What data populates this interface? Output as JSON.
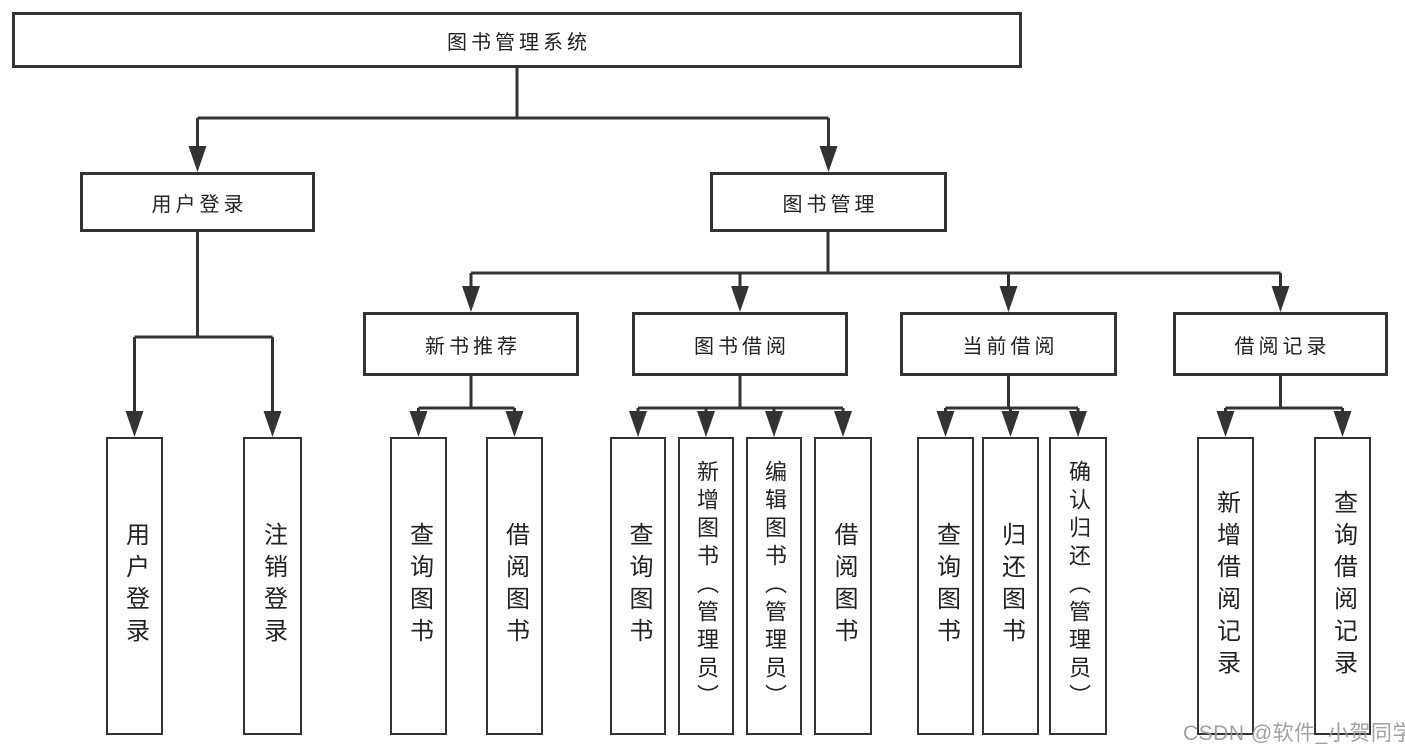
{
  "diagram": {
    "title": "图书管理系统",
    "children": [
      {
        "label": "用户登录",
        "children": [
          {
            "label": "用户登录"
          },
          {
            "label": "注销登录"
          }
        ]
      },
      {
        "label": "图书管理",
        "children": [
          {
            "label": "新书推荐",
            "children": [
              {
                "label": "查询图书"
              },
              {
                "label": "借阅图书"
              }
            ]
          },
          {
            "label": "图书借阅",
            "children": [
              {
                "label": "查询图书"
              },
              {
                "label": "新增图书（管理员）"
              },
              {
                "label": "编辑图书（管理员）"
              },
              {
                "label": "借阅图书"
              }
            ]
          },
          {
            "label": "当前借阅",
            "children": [
              {
                "label": "查询图书"
              },
              {
                "label": "归还图书"
              },
              {
                "label": "确认归还（管理员）"
              }
            ]
          },
          {
            "label": "借阅记录",
            "children": [
              {
                "label": "新增借阅记录"
              },
              {
                "label": "查询借阅记录"
              }
            ]
          }
        ]
      }
    ]
  },
  "watermark": {
    "text": "CSDN @软件_小贺同学"
  },
  "colors": {
    "line": "#333333",
    "text": "#222222",
    "watermark": "#9a9a9a",
    "background": "#ffffff"
  }
}
